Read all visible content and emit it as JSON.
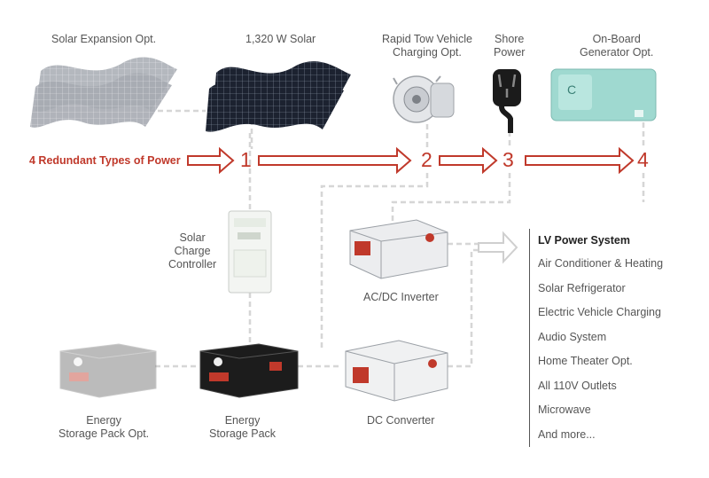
{
  "top_labels": {
    "solar_expansion": "Solar Expansion Opt.",
    "solar": "1,320 W Solar",
    "rapid_tow": "Rapid Tow Vehicle\nCharging Opt.",
    "shore": "Shore\nPower",
    "generator": "On-Board\nGenerator Opt."
  },
  "power_types_label": "4 Redundant Types of Power",
  "numbers": [
    "1",
    "2",
    "3",
    "4"
  ],
  "components": {
    "charge_controller": "Solar\nCharge\nController",
    "inverter": "AC/DC Inverter",
    "converter": "DC Converter",
    "storage": "Energy\nStorage Pack",
    "storage_opt": "Energy\nStorage Pack Opt."
  },
  "lv_system": {
    "title": "LV Power System",
    "items": [
      "Air Conditioner & Heating",
      "Solar Refrigerator",
      "Electric Vehicle Charging",
      "Audio System",
      "Home Theater Opt.",
      "All 110V Outlets",
      "Microwave",
      "And more..."
    ]
  },
  "colors": {
    "accent_red": "#c0392b",
    "connector_gray": "#d6d6d6",
    "text_gray": "#555555"
  }
}
